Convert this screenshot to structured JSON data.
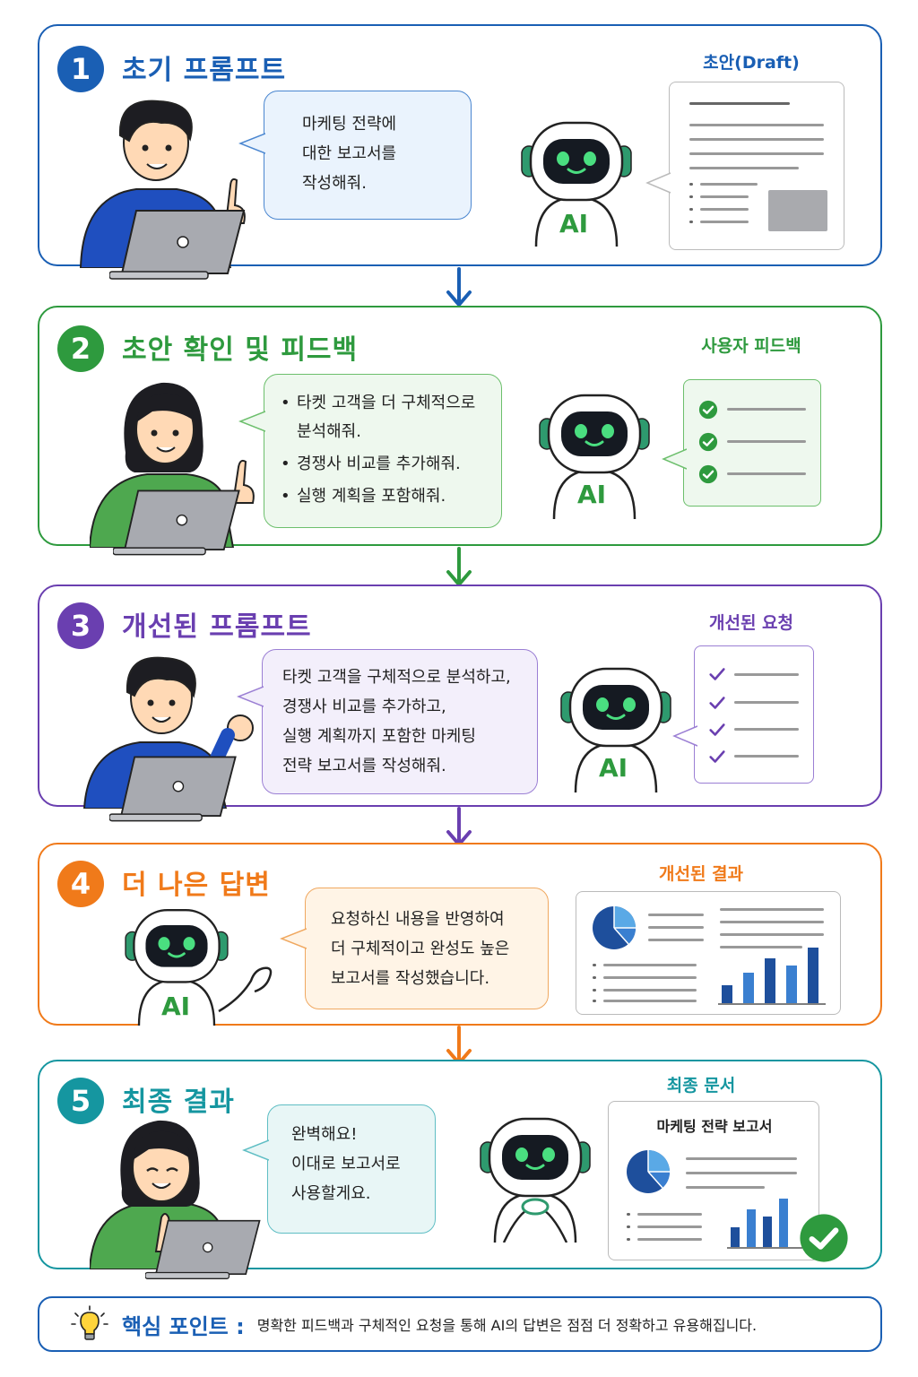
{
  "colors": {
    "step1": "#1a5fb4",
    "step2": "#2e9a3e",
    "step3": "#6a3fb0",
    "step4": "#f07a1a",
    "step5": "#1596a0"
  },
  "steps": [
    {
      "number": "1",
      "title": "초기 프롬프트",
      "side_label": "초안(Draft)",
      "bubble_lines": [
        "마케팅 전략에",
        "대한 보고서를",
        "작성해줘."
      ]
    },
    {
      "number": "2",
      "title": "초안 확인 및 피드백",
      "side_label": "사용자 피드백",
      "bubble_items": [
        "타켓 고객을 더 구체적으로",
        "분석해줘.",
        "경쟁사 비교를 추가해줘.",
        "실행 계획을 포함해줘."
      ]
    },
    {
      "number": "3",
      "title": "개선된 프롬프트",
      "side_label": "개선된 요청",
      "bubble_lines": [
        "타켓 고객을 구체적으로 분석하고,",
        "경쟁사 비교를 추가하고,",
        "실행 계획까지 포함한 마케팅",
        "전략 보고서를 작성해줘."
      ]
    },
    {
      "number": "4",
      "title": "더 나은 답변",
      "side_label": "개선된 결과",
      "bubble_lines": [
        "요청하신 내용을 반영하여",
        "더 구체적이고 완성도 높은",
        "보고서를 작성했습니다."
      ]
    },
    {
      "number": "5",
      "title": "최종 결과",
      "side_label": "최종 문서",
      "doc_title": "마케팅 전략 보고서",
      "bubble_lines": [
        "완벽해요!",
        "이대로 보고서로",
        "사용할게요."
      ]
    }
  ],
  "robot_label": "AI",
  "icons": [
    "person-icon",
    "laptop-icon",
    "robot-icon",
    "document-icon",
    "check-icon",
    "lightbulb-icon",
    "arrow-down-icon",
    "pie-chart-icon",
    "bar-chart-icon"
  ],
  "tip": {
    "title": "핵심 포인트 :",
    "text": "명확한 피드백과 구체적인 요청을 통해 AI의 답변은 점점 더 정확하고 유용해집니다."
  }
}
